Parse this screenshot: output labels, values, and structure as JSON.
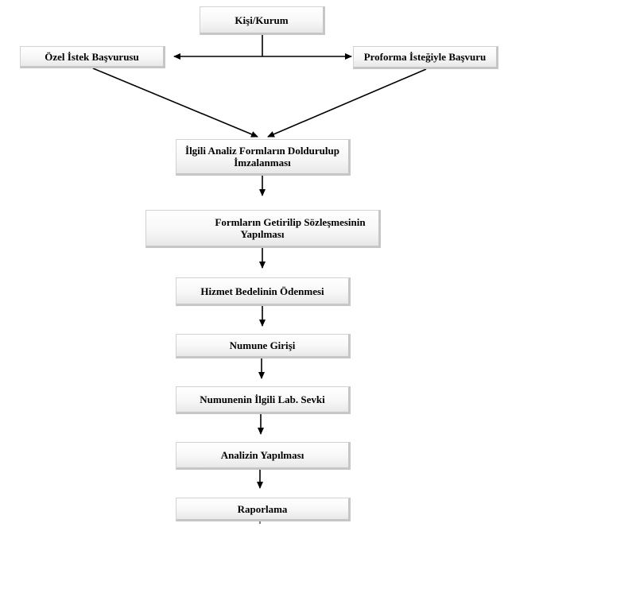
{
  "nodes": {
    "kisi_kurum": "Kişi/Kurum",
    "ozel_istek": "Özel İstek Başvurusu",
    "proforma": "Proforma İsteğiyle Başvuru",
    "ilgili_analiz_line1": "İlgili Analiz Formların Doldurulup",
    "ilgili_analiz_line2": "İmzalanması",
    "formlarin_line1": "Formların Getirilip Sözleşmesinin",
    "formlarin_line2": "Yapılması",
    "hizmet_bedeli": "Hizmet Bedelinin Ödenmesi",
    "numune_girisi": "Numune Girişi",
    "numune_sevki": "Numunenin İlgili Lab. Sevki",
    "analiz_yapilmasi": "Analizin Yapılması",
    "raporlama": "Raporlama"
  }
}
